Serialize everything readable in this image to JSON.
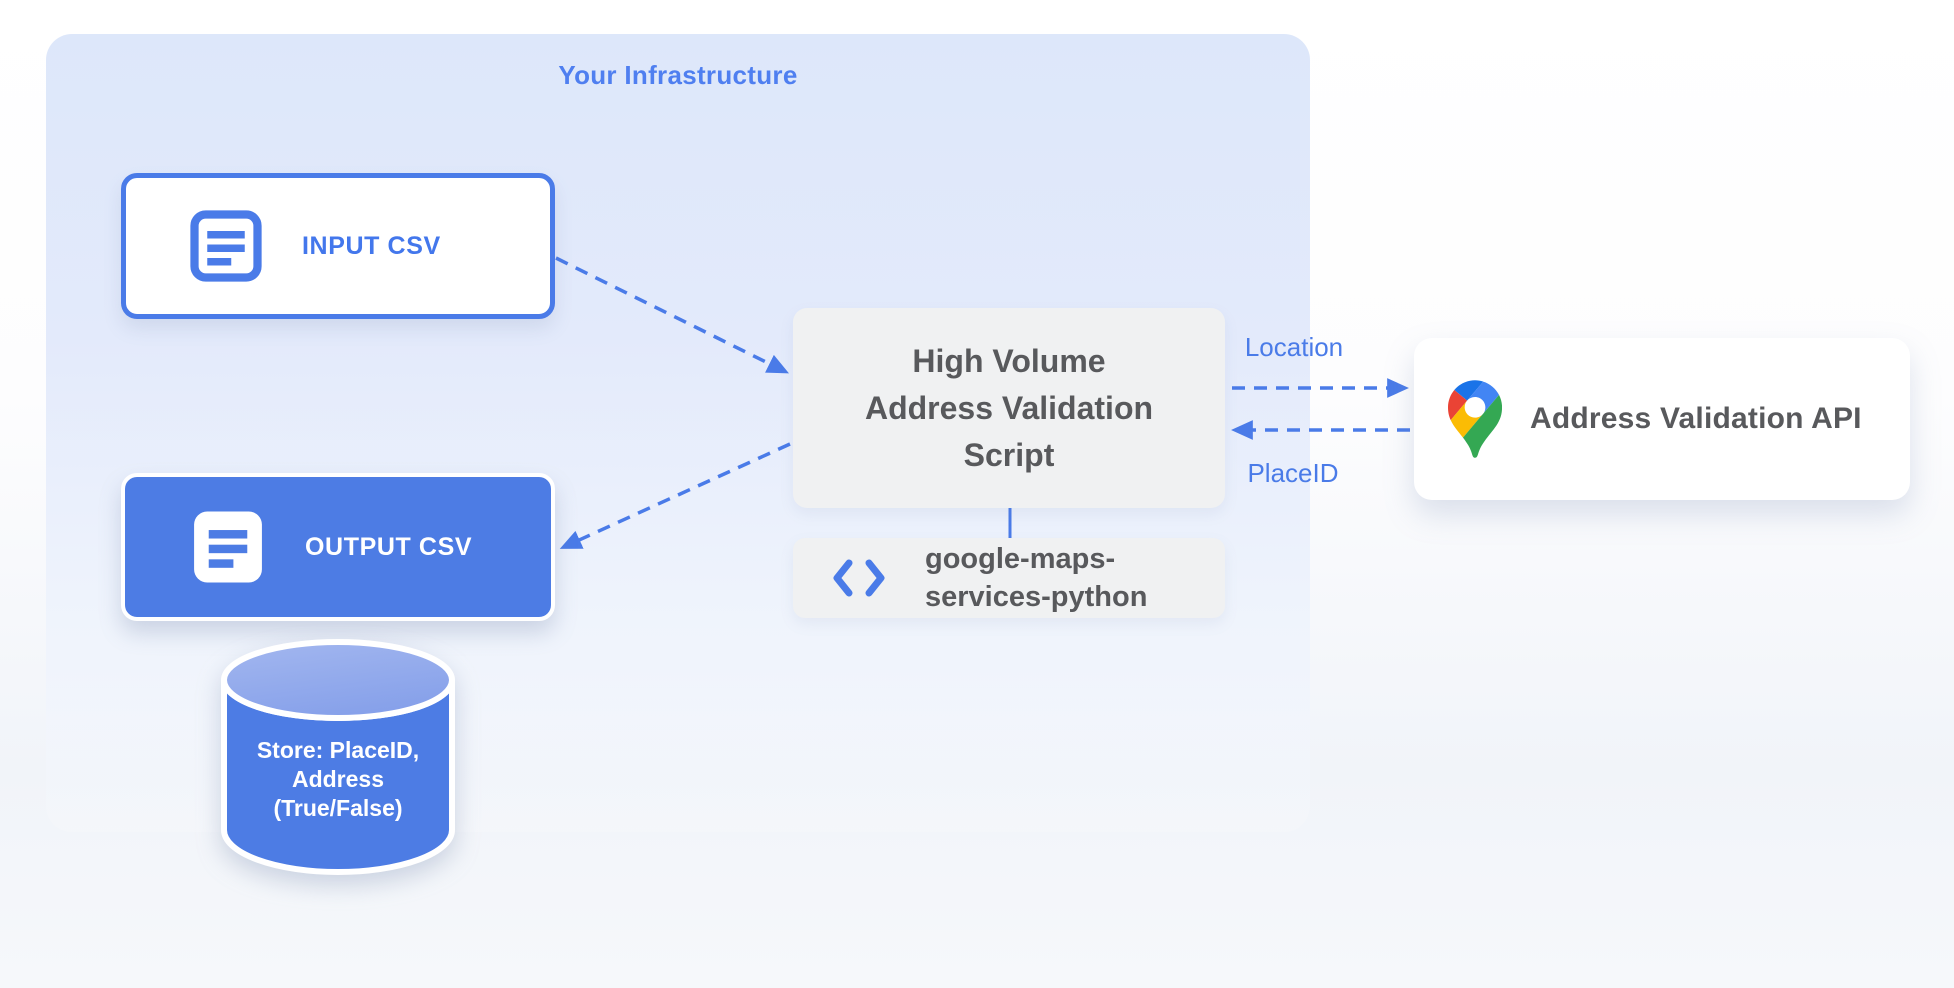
{
  "page": {
    "title": "Your Infrastructure"
  },
  "nodes": {
    "input_csv": {
      "label": "INPUT CSV",
      "icon": "document-icon"
    },
    "output_csv": {
      "label": "OUTPUT CSV",
      "icon": "document-icon"
    },
    "script": {
      "lines": [
        "High Volume",
        "Address Validation",
        "Script"
      ]
    },
    "library": {
      "lines": [
        "google-maps-",
        "services-python"
      ],
      "icon": "code-icon"
    },
    "api": {
      "label": "Address Validation API",
      "icon": "google-maps-pin-icon"
    },
    "datastore": {
      "lines": [
        "Store: PlaceID,",
        "Address",
        "(True/False)"
      ],
      "icon": "database-cylinder-icon"
    }
  },
  "edges": {
    "location_label": "Location",
    "placeid_label": "PlaceID",
    "flows": [
      "input-csv to script (dashed arrow)",
      "script to output-csv (dashed arrow)",
      "script to api : Location (dashed arrow)",
      "api to script : PlaceID (dashed arrow)",
      "script to library (solid connector)"
    ]
  },
  "colors": {
    "accent_blue": "#4a7be8",
    "title_blue": "#4f7ff0",
    "node_blue_fill": "#4d7ce4",
    "cylinder_top_light": "#98aeec",
    "panel_gradient_top": "#dde7fa",
    "gray_box": "#f0f1f2",
    "dark_text": "#58595c",
    "pin_blue": "#4285f4",
    "pin_blue_dark": "#1a73e8",
    "pin_red": "#ea4335",
    "pin_yellow": "#fbbc04",
    "pin_green": "#34a853"
  }
}
